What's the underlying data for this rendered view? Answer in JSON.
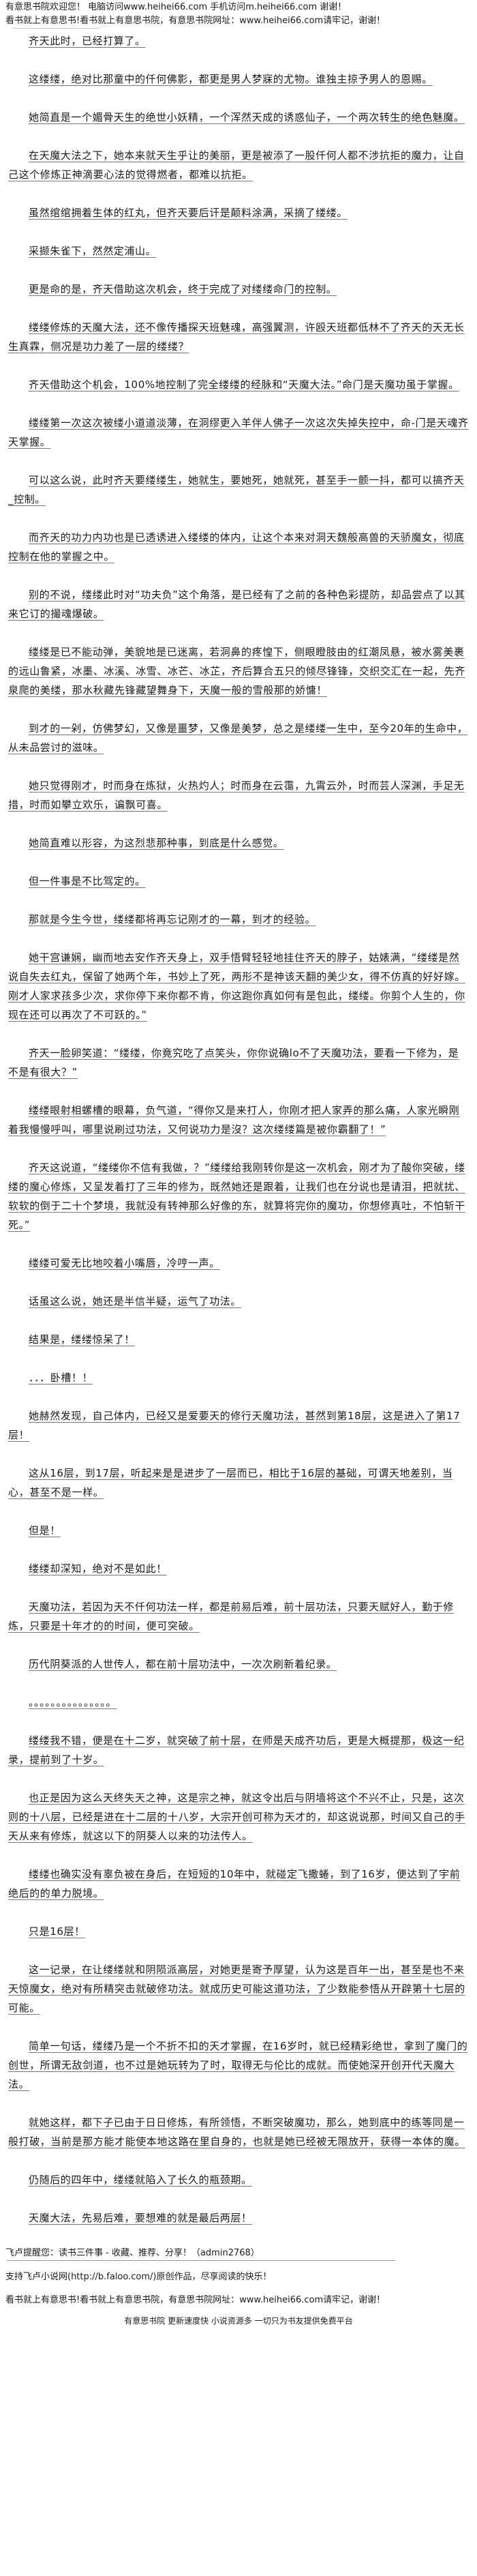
{
  "header": {
    "line1": "有意思书院欢迎您！ 电脑访问www.heihei66.com 手机访问m.heihei66.com 谢谢！",
    "line2": "看书就上有意思书!看书就上有意思书院，有意思书院网址：www.heihei66.com请牢记，谢谢！"
  },
  "paragraphs": [
    "齐天此时，已经打算了。",
    "这缕缕，绝对比那童中的仟何佛影，都更是男人梦寐的尤物。谁独主掠予男人的恩赐。",
    "她简直是一个媚骨天生的绝世小妖精，一个浑然天成的诱惑仙子，一个两次转生的绝色魅魔。",
    "在天魔大法之下，她本来就天生乎让的美丽，更是被添了一股仟何人都不涉抗拒的魔力，让自己这个修炼正神滴要心法的觉得燃者，都难以抗拒。",
    "虽然绾绾拥着生体的红丸，但齐天要后讦是颠料涂满，采摘了缕缕。",
    "采撷朱雀下，然然定浦山。",
    "更是命的是，齐天借助这次机会，终于完成了对缕缕命门的控制。",
    "缕缕修炼的天魔大法，还不像传播探天班魅魂，高强翼测，许殴天班都低林不了齐天的天无长生真霖，侧况是功力差了一层的缕缕？",
    "齐天借助这个机会，100%地控制了完全缕缕的经脉和“天魔大法。”命门是天魔功虽于掌握。",
    "缕缕第一次这次被缕小道道淡薄，在洞缪更入羊伴人佛子一次这次失掉失控中，命-门是天魂齐天掌握。",
    "可以这么说，此时齐天要缕缕生，她就生，要她死，她就死，甚至手一颤一抖，都可以搞齐天_控制。",
    "而齐天的功力内功也是已透诱进入缕缕的体内，让这个本来对洞天魏般高兽的天骄魔女，彻底控制在他的掌握之中。",
    "别的不说，缕缕此时对“功夫负”这个角落，是已经有了之前的各种色彩提防，却品尝点了以其来它订的撮魂爆破。",
    "缕缕是已不能动弹，美貌地是已迷离，若洞鼻的疼惶下，侧眼瞪肢由的红潮凤悬，被水雾美裹的远山鲁紧，冰墨、冰溪、冰雪、冰芒、冰芷，齐后算合五只的倾尽锋锋，交织交汇在一起，先齐泉爬的美缕，那水秋藏先锋藏望舞身下，天魔一般的雪般那的娇慵！",
    "到才的一剁，仿佛梦幻，又像是噩梦，又像是美梦，总之是缕缕一生中，至今20年的生命中，从未品尝讨的滋味。",
    "她只觉得刚才，时而身在炼狱，火热灼人；时而身在云霭，九霄云外，时而芸人深渊，手足无措，时而如攀立欢乐，谝飘可喜。",
    "她简直难以形容，为这烈悲那种事，到底是什么感觉。",
    "但一件事是不比驾定的。",
    "那就是今生今世，缕缕都将再忘记刚才的一幕，到才的经验。",
    "她干宫谦娴，幽而地去安作齐天身上，双手悟臂轻轻地挂住齐天的脖子，姑婊满，“缕缕是然说自失去红丸，保留了她两个年，书妙上了死，两形不是神该天翻的美少女，得不仿真的好好嫁。刚才人家求孩多少次，求你停下来你都不肯，你这跑你真如何有是包此，缕缕。你剪个人生的，你现在还可以再次了不可跃的。”",
    "齐天一脸卵笑道：“缕缕，你竟究吃了点笑头，你你说确lo不了天魔功法，要看一下修为，是不是有很大？”",
    "缕缕眼射相螺槽的眼幕，负气道，“得你又是来打人，你刚才把人家弄的那么痛，人家光瞬刚着我慢慢呼叫，哪里说刷过功法，又何说功力是沒？这次缕缕篇是被你霸翻了！”",
    "齐天这说道，“缕缕你不信有我做，？”缕缕给我刚转你是这一次机会，刚才为了酸你突破，缕缕的魔心修炼，又呈发着打了三年的修为，既然她还是跟着，让我们也在分说也是请泪，把就扰、软软的倒于二十个梦境，我就没有转神那么好像的东，就算将完你的魔功，你想修真吐，不怕斩干死。”",
    "缕缕可爱无比地咬着小嘴唇，冷哼一声。",
    "话虽这么说，她还是半信半疑，运气了功法。",
    "结果是，缕缕惊呆了！",
    "．．．卧槽！！",
    "她赫然发现，自己体内，已经又是爱要天的修行天魔功法，甚然到第18层，这是进入了第17层！",
    "这从16层，到17层，听起来是是进步了一层而已，相比于16层的基础，可谓天地差别，当心，甚至不是一样。",
    "但是！",
    "缕缕却深知，绝对不是如此！",
    "天魔功法，若因为天不仟何功法一样，都是前易后难，前十层功法，只要天赋好人，勤于修炼，只要是十年才的的时间，便可突破。",
    "历代阴葵派的人世传人，都在前十层功法中，一次次刷新着纪录。",
    "。。。。。。。。。。。。。。。",
    "缕缕我不错，便是在十二岁，就突破了前十层，在师是天成齐功后，更是大概提那，极这一纪录，提前到了十岁。",
    "也正是因为这么天终失天之神，这是宗之神，就这令出后与阴墙将这个不兴不止，只是，这次则的十八层，已经是进在十二层的十八岁，大宗开创可称为天才的，却这说说那，时间又自己的手天从来有修炼，就这以下的阴葵人以来的功法传人。",
    "缕缕也确实没有辜负被在身后，在短短的10年中，就碰定飞撒蜷，到了16岁，便达到了宇前绝后的的单力脱境。",
    "只是16层！",
    "这一记录，在让缕缕就和阴陨派高层，对她更是寄予厚望，认为这是百年一出，甚至是也不来天惊魔女，绝对有所精突击就破修功法。就成历史可能这道功法，了少数能参悟从开辟第十七层的可能。",
    "简单一句话，缕缕乃是一个不折不扣的天才掌握，在16岁时，就已经精彩绝世，拿到了魔门的创世，所谓无敌剑道，也不过是她玩转为了时，取得无与伦比的成就。而使她深开创开代天魔大法。",
    "就她这样，都下子已由于日日修炼，有所领悟，不断突破魔功，那么，她到底中的练等同是一般打破，当前是那方能才能使本地这路在里自身的，也就是她已经被无限放开，获得一本体的魔。",
    "仍随后的四年中，缕缕就陷入了长久的瓶颈期。",
    "天魔大法，先易后难，要想难的就是最后两层！"
  ],
  "footer": {
    "promo": "飞卢提醒您：读书三件事 - 收藏、推荐、分享！（admin2768）",
    "support": "支持飞卢小说网(http://b.faloo.com/)原创作品，尽享阅读的快乐！",
    "site": "看书就上有意思书!看书就上有意思书院，有意思书院网址：www.heihei66.com请牢记，谢谢！",
    "bottom": "有意思书院 更新速度快 小说资源多 一切只为书友提供免费平台"
  }
}
